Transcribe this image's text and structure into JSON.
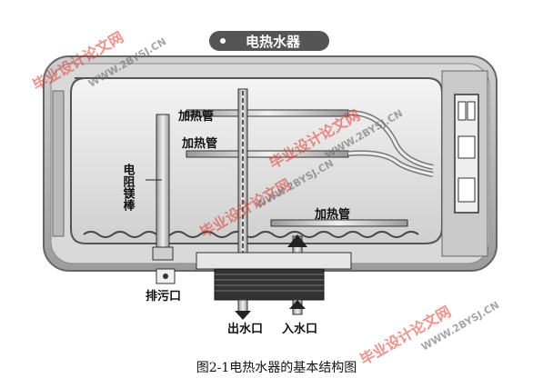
{
  "diagram": {
    "title": "电热水器",
    "labels": {
      "heater_tube_1": "加热管",
      "heater_tube_2": "加热管",
      "heater_tube_3": "加热管",
      "anode_rod": "电阻镁棒",
      "drain_outlet": "排污口",
      "water_outlet": "出水口",
      "water_inlet": "入水口"
    }
  },
  "watermarks": {
    "site_name": "毕业设计论文网",
    "site_url": "WWW.2BYSJ.CN"
  },
  "caption": "图2-1电热水器的基本结构图"
}
